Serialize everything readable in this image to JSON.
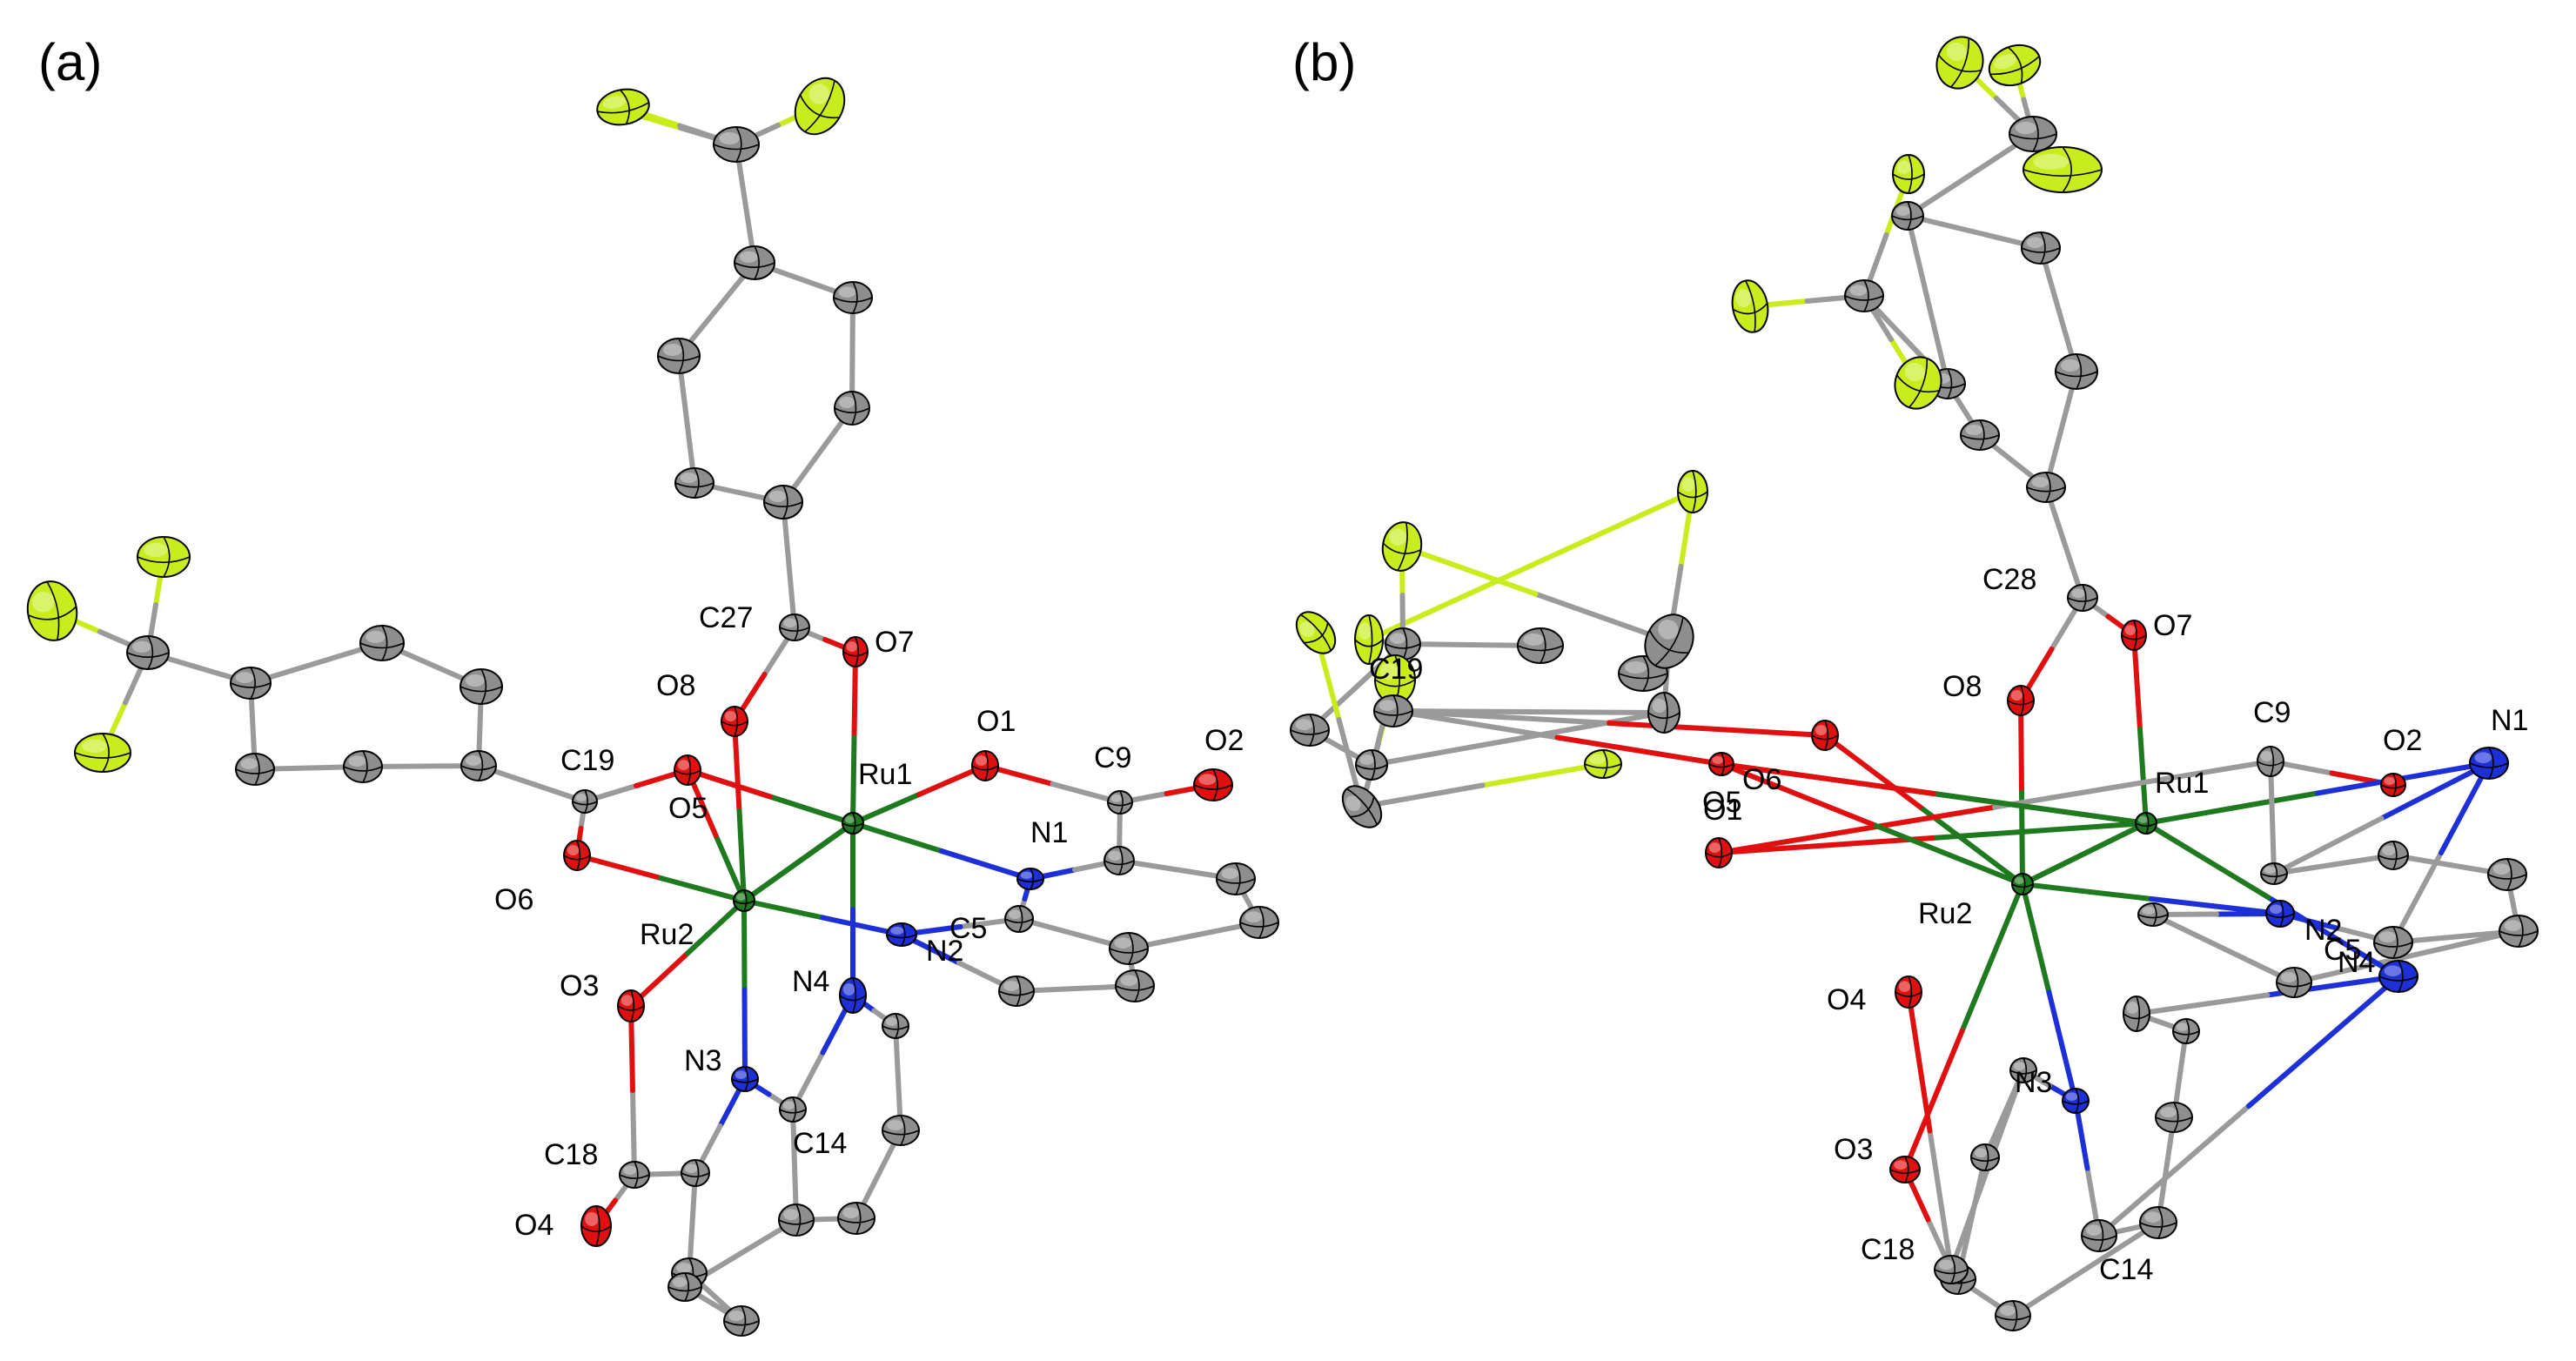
{
  "colors": {
    "C": "#8e8e8e",
    "O": "#e01010",
    "N": "#1d2fd6",
    "Ru": "#1f7a1f",
    "F": "#c8ec1c",
    "outline": "#000000"
  },
  "panels": [
    {
      "label": "(a)",
      "atoms": [
        {
          "el": "F"
        },
        {
          "el": "F"
        },
        {
          "el": "F"
        },
        {
          "el": "C"
        },
        {
          "el": "C"
        },
        {
          "el": "C"
        },
        {
          "el": "C"
        },
        {
          "el": "C"
        },
        {
          "el": "C"
        },
        {
          "el": "C"
        },
        {
          "el": "C",
          "label": "C27"
        },
        {
          "el": "O",
          "label": "O7"
        },
        {
          "el": "O",
          "label": "O8"
        },
        {
          "el": "Ru",
          "label": "Ru1"
        },
        {
          "el": "Ru",
          "label": "Ru2"
        },
        {
          "el": "F"
        },
        {
          "el": "F"
        },
        {
          "el": "F"
        },
        {
          "el": "C"
        },
        {
          "el": "C"
        },
        {
          "el": "C"
        },
        {
          "el": "C"
        },
        {
          "el": "C"
        },
        {
          "el": "C"
        },
        {
          "el": "C"
        },
        {
          "el": "C",
          "label": "C19"
        },
        {
          "el": "O",
          "label": "O5"
        },
        {
          "el": "O",
          "label": "O6"
        },
        {
          "el": "O",
          "label": "O1"
        },
        {
          "el": "C",
          "label": "C9"
        },
        {
          "el": "O",
          "label": "O2"
        },
        {
          "el": "N",
          "label": "N1"
        },
        {
          "el": "C"
        },
        {
          "el": "C"
        },
        {
          "el": "C"
        },
        {
          "el": "C"
        },
        {
          "el": "C",
          "label": "C5"
        },
        {
          "el": "N",
          "label": "N2"
        },
        {
          "el": "C"
        },
        {
          "el": "C"
        },
        {
          "el": "N",
          "label": "N4"
        },
        {
          "el": "C"
        },
        {
          "el": "C"
        },
        {
          "el": "C"
        },
        {
          "el": "C"
        },
        {
          "el": "C",
          "label": "C14"
        },
        {
          "el": "N",
          "label": "N3"
        },
        {
          "el": "C"
        },
        {
          "el": "C"
        },
        {
          "el": "C"
        },
        {
          "el": "C"
        },
        {
          "el": "C",
          "label": "C18"
        },
        {
          "el": "O",
          "label": "O3"
        },
        {
          "el": "O",
          "label": "O4"
        }
      ]
    },
    {
      "label": "(b)",
      "atoms": [
        {
          "el": "F"
        },
        {
          "el": "F"
        },
        {
          "el": "F"
        },
        {
          "el": "C"
        },
        {
          "el": "C"
        },
        {
          "el": "C"
        },
        {
          "el": "C"
        },
        {
          "el": "C"
        },
        {
          "el": "C"
        },
        {
          "el": "C"
        },
        {
          "el": "C",
          "label": "C28"
        },
        {
          "el": "O",
          "label": "O7"
        },
        {
          "el": "O",
          "label": "O8"
        },
        {
          "el": "Ru",
          "label": "Ru1"
        },
        {
          "el": "Ru",
          "label": "Ru2"
        },
        {
          "el": "F"
        },
        {
          "el": "F"
        },
        {
          "el": "F"
        },
        {
          "el": "C"
        },
        {
          "el": "F"
        },
        {
          "el": "F"
        },
        {
          "el": "F"
        },
        {
          "el": "C"
        },
        {
          "el": "C"
        },
        {
          "el": "C"
        },
        {
          "el": "C"
        },
        {
          "el": "C"
        },
        {
          "el": "C"
        },
        {
          "el": "C"
        },
        {
          "el": "F"
        },
        {
          "el": "F"
        },
        {
          "el": "F"
        },
        {
          "el": "C"
        },
        {
          "el": "C",
          "label": "C19"
        },
        {
          "el": "O",
          "label": "O5"
        },
        {
          "el": "O",
          "label": "O6"
        },
        {
          "el": "O",
          "label": "O1"
        },
        {
          "el": "C",
          "label": "C9"
        },
        {
          "el": "O",
          "label": "O2"
        },
        {
          "el": "N",
          "label": "N1"
        },
        {
          "el": "C"
        },
        {
          "el": "C"
        },
        {
          "el": "C"
        },
        {
          "el": "C"
        },
        {
          "el": "C",
          "label": "C5"
        },
        {
          "el": "N",
          "label": "N2"
        },
        {
          "el": "C"
        },
        {
          "el": "C"
        },
        {
          "el": "N",
          "label": "N4"
        },
        {
          "el": "C"
        },
        {
          "el": "C"
        },
        {
          "el": "C"
        },
        {
          "el": "C"
        },
        {
          "el": "C",
          "label": "C14"
        },
        {
          "el": "N",
          "label": "N3"
        },
        {
          "el": "C"
        },
        {
          "el": "C"
        },
        {
          "el": "C"
        },
        {
          "el": "C"
        },
        {
          "el": "C",
          "label": "C18"
        },
        {
          "el": "O",
          "label": "O3"
        },
        {
          "el": "O",
          "label": "O4"
        }
      ]
    }
  ]
}
